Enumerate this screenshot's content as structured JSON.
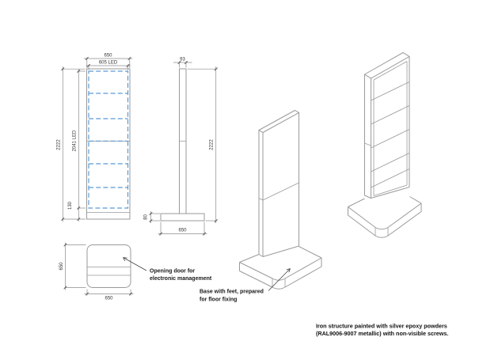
{
  "drawing": {
    "front_view": {
      "dim_width_outer": "650",
      "dim_width_led": "605 LED",
      "dim_height_total": "2222",
      "dim_height_led": "2041 LED",
      "dim_base_height": "130"
    },
    "side_view": {
      "dim_thickness": "93",
      "dim_height_total": "2222",
      "dim_base_thickness": "80",
      "dim_base_width": "650"
    },
    "top_view": {
      "dim_depth": "650",
      "dim_width": "650"
    },
    "annotations": {
      "opening_door_line1": "Opening door for",
      "opening_door_line2": "electronic management",
      "base_feet_line1": "Base with feet, prepared",
      "base_feet_line2": "for floor fixing"
    },
    "footer": {
      "line1": "Iron structure painted with silver epoxy powders",
      "line2": "(RAL9006-9007 metallic) with non-visible screws."
    },
    "colors": {
      "led_dash": "#5b9bd5",
      "geometry_line": "#9a9a9a",
      "dimension_line": "#8c8c8c",
      "dimension_text": "#333333",
      "tick": "#555555",
      "background": "#ffffff"
    }
  }
}
